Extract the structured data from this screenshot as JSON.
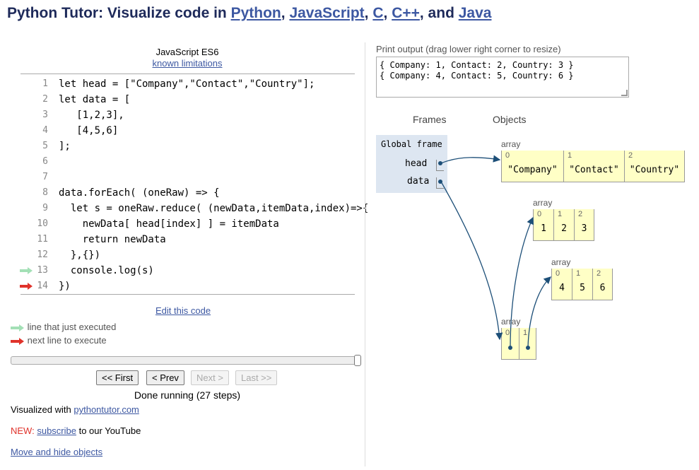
{
  "header": {
    "title_prefix": "Python Tutor: Visualize code in ",
    "lang_python": "Python",
    "sep1": ", ",
    "lang_javascript": "JavaScript",
    "sep2": ", ",
    "lang_c": "C",
    "sep3": ", ",
    "lang_cpp": "C++",
    "sep4": ", and ",
    "lang_java": "Java"
  },
  "editor": {
    "language": "JavaScript ES6",
    "limitations_link": "known limitations",
    "lines": [
      {
        "num": "1",
        "text": "let head = [\"Company\",\"Contact\",\"Country\"];"
      },
      {
        "num": "2",
        "text": "let data = ["
      },
      {
        "num": "3",
        "text": "   [1,2,3],"
      },
      {
        "num": "4",
        "text": "   [4,5,6]"
      },
      {
        "num": "5",
        "text": "];"
      },
      {
        "num": "6",
        "text": ""
      },
      {
        "num": "7",
        "text": ""
      },
      {
        "num": "8",
        "text": "data.forEach( (oneRaw) => {"
      },
      {
        "num": "9",
        "text": "  let s = oneRaw.reduce( (newData,itemData,index)=>{"
      },
      {
        "num": "10",
        "text": "    newData[ head[index] ] = itemData"
      },
      {
        "num": "11",
        "text": "    return newData"
      },
      {
        "num": "12",
        "text": "  },{})"
      },
      {
        "num": "13",
        "text": "  console.log(s)"
      },
      {
        "num": "14",
        "text": "})"
      }
    ],
    "edit_link": "Edit this code",
    "legend_executed": "line that just executed",
    "legend_next": "next line to execute",
    "colors": {
      "executed_arrow": "#a3e0b6",
      "next_arrow": "#e0332b",
      "link": "#3d58a2"
    }
  },
  "controls": {
    "first": "<< First",
    "prev": "< Prev",
    "next": "Next >",
    "last": "Last >>",
    "status": "Done running (27 steps)"
  },
  "footer": {
    "visualized_with": "Visualized with ",
    "site_link": "pythontutor.com",
    "new_label": "NEW:",
    "subscribe_link": "subscribe",
    "youtube_text": " to our YouTube",
    "move_hide_link": "Move and hide objects"
  },
  "output": {
    "label": "Print output (drag lower right corner to resize)",
    "text": "{ Company: 1, Contact: 2, Country: 3 }\n{ Company: 4, Contact: 5, Country: 6 }"
  },
  "viz": {
    "frames_header": "Frames",
    "objects_header": "Objects",
    "global_frame": "Global frame",
    "vars": [
      "head",
      "data"
    ],
    "array_label": "array",
    "head_array": [
      {
        "idx": "0",
        "val": "\"Company\""
      },
      {
        "idx": "1",
        "val": "\"Contact\""
      },
      {
        "idx": "2",
        "val": "\"Country\""
      }
    ],
    "row1_array": [
      {
        "idx": "0",
        "val": "1"
      },
      {
        "idx": "1",
        "val": "2"
      },
      {
        "idx": "2",
        "val": "3"
      }
    ],
    "row2_array": [
      {
        "idx": "0",
        "val": "4"
      },
      {
        "idx": "1",
        "val": "5"
      },
      {
        "idx": "2",
        "val": "6"
      }
    ],
    "data_array": [
      {
        "idx": "0",
        "val": ""
      },
      {
        "idx": "1",
        "val": ""
      }
    ]
  }
}
